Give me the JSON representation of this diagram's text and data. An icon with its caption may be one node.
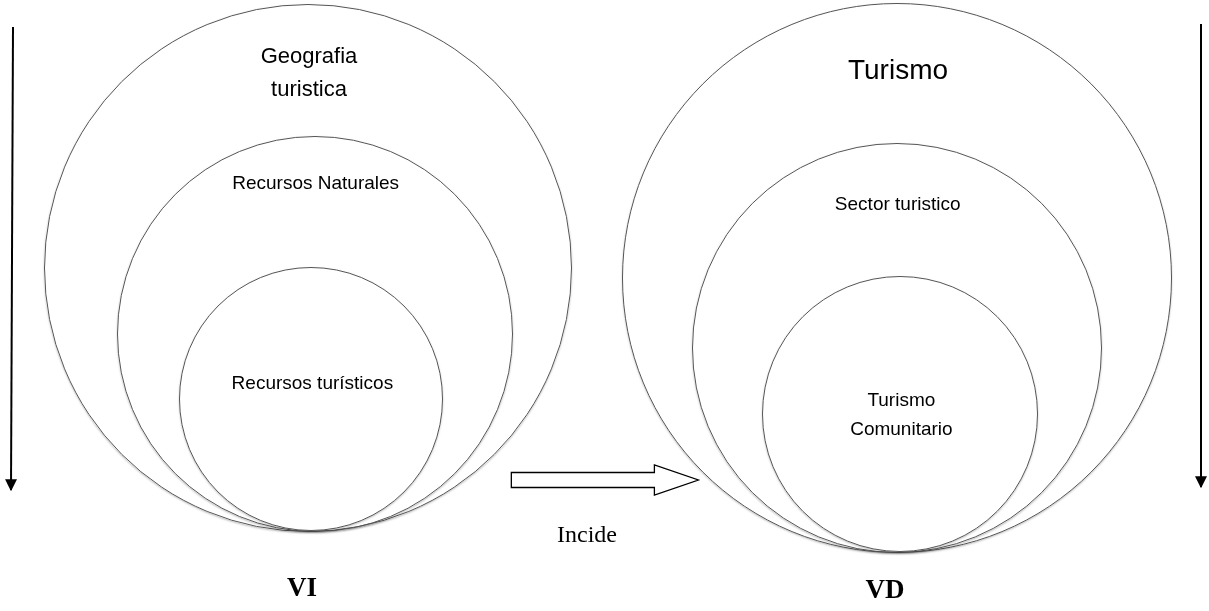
{
  "diagram": {
    "nodes": [
      {
        "text": [
          "Geografia turistica"
        ]
      },
      {
        "text": [
          "Recursos Naturales"
        ],
        "in": 0
      },
      {
        "text": [
          "Recursos turísticos"
        ],
        "in": 1
      },
      {
        "text": [
          "Turismo"
        ]
      },
      {
        "text": [
          "Sector turistico"
        ],
        "in": 3
      },
      {
        "text": [
          "Turismo Comunitario"
        ],
        "in": 4
      }
    ],
    "edges": [
      {
        "from": 0,
        "to": 3,
        "arrow": "to",
        "label": "Incide"
      }
    ],
    "labels": [
      "VI",
      "VD"
    ]
  }
}
